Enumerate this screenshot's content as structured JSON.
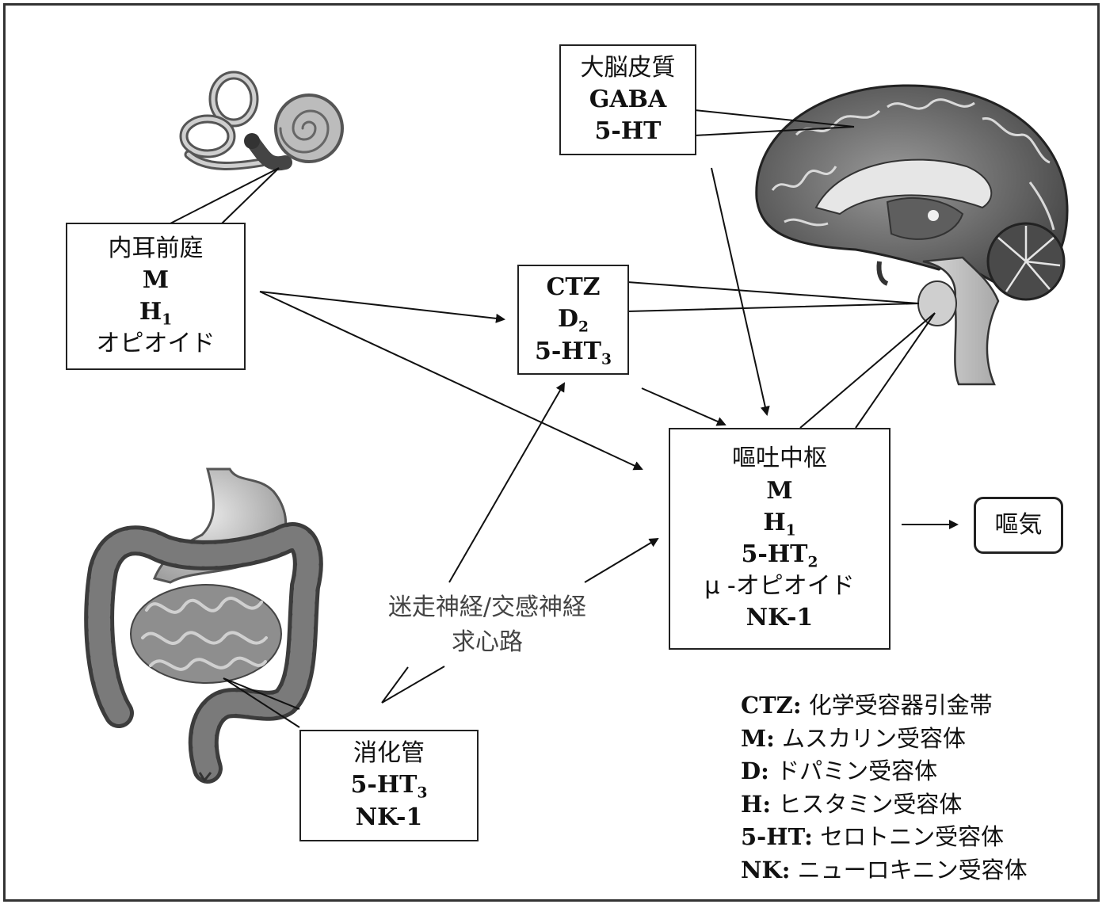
{
  "boxes": {
    "inner_ear": {
      "lines": [
        "内耳前庭",
        "M",
        "H",
        "オピオイド"
      ],
      "sub_h": "1"
    },
    "cortex": {
      "lines": [
        "大脳皮質",
        "GABA",
        "5-HT"
      ]
    },
    "ctz": {
      "lines": [
        "CTZ",
        "D",
        "5-HT"
      ],
      "sub_d": "2",
      "sub_ht": "3"
    },
    "vomiting_center": {
      "lines": [
        "嘔吐中枢",
        "M",
        "H",
        "5-HT",
        "μ -オピオイド",
        "NK-1"
      ],
      "sub_h": "1",
      "sub_ht": "2"
    },
    "gi_tract": {
      "lines": [
        "消化管",
        "5-HT",
        "NK-1"
      ],
      "sub_ht": "3"
    },
    "nausea": {
      "label": "嘔気"
    }
  },
  "pathway_label": {
    "line1": "迷走神経/交感神経",
    "line2": "求心路"
  },
  "legend": [
    {
      "abbr": "CTZ:",
      "def": "化学受容器引金帯"
    },
    {
      "abbr": "M:",
      "def": "ムスカリン受容体"
    },
    {
      "abbr": "D:",
      "def": "ドパミン受容体"
    },
    {
      "abbr": "H:",
      "def": "ヒスタミン受容体"
    },
    {
      "abbr": "5-HT:",
      "def": "セロトニン受容体"
    },
    {
      "abbr": "NK:",
      "def": "ニューロキニン受容体"
    }
  ],
  "illustrations": [
    "inner-ear-illustration",
    "brain-illustration",
    "intestine-illustration"
  ]
}
